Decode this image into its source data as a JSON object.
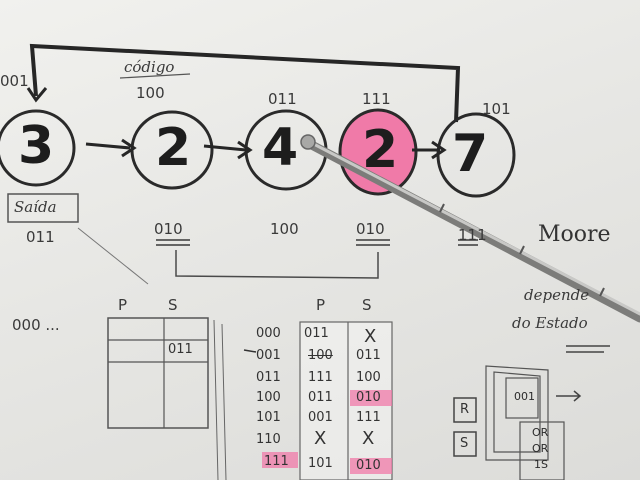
{
  "colors": {
    "ink": "#2a2a2a",
    "highlight": "#f07aa8",
    "paper": "#ececea",
    "pointer": "#9a9a98"
  },
  "states": [
    {
      "label": "3",
      "code": "001"
    },
    {
      "label": "2",
      "code": "100"
    },
    {
      "label": "4",
      "code": "011"
    },
    {
      "label": "2",
      "code": "111"
    },
    {
      "label": "7",
      "code": "101"
    }
  ],
  "notes": {
    "codigo": "código",
    "saida": "Saída",
    "saida_value": "011",
    "below": [
      "010",
      "100",
      "010",
      "111"
    ],
    "moore": "Moore",
    "moore_sub": [
      "depende",
      "do Estado"
    ],
    "left_seq": "000 ..."
  },
  "table_small": {
    "headers": [
      "P",
      "S"
    ],
    "cell": "011"
  },
  "table_big": {
    "headers": [
      "P",
      "S"
    ],
    "rows": [
      [
        "000",
        "011",
        "X"
      ],
      [
        "001",
        "100",
        "011"
      ],
      [
        "011",
        "111",
        "100"
      ],
      [
        "100",
        "011",
        "010"
      ],
      [
        "101",
        "001",
        "111"
      ],
      [
        "110",
        "X",
        "X"
      ],
      [
        "111",
        "101",
        "010"
      ]
    ]
  },
  "side": {
    "box_r": "R",
    "box_s": "S",
    "bits": "001",
    "or_lines": [
      "OR",
      "OR",
      "1S"
    ]
  }
}
